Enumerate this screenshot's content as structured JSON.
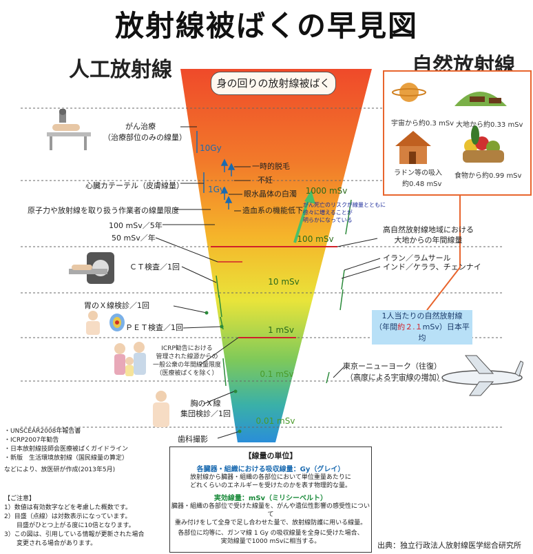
{
  "title": "放射線被ばくの早見図",
  "left_heading": "人工放射線",
  "right_heading": "自然放射線",
  "funnel_title": "身の回りの放射線被ばく",
  "scale_labels": [
    "1000 mSv",
    "100 mSv",
    "10 mSv",
    "1 mSv",
    "0.1 mSv",
    "0.01 mSv"
  ],
  "gy_labels": [
    "10Gy",
    "1Gy"
  ],
  "effects": [
    "一時的脱毛",
    "不妊",
    "眼水晶体の白濁",
    "造血系の機能低下"
  ],
  "cancer_note": [
    "がん死亡のリスクが線量とともに",
    "徐々に増えることが",
    "明らかになっている"
  ],
  "left_items": {
    "cancer_treatment": "がん治療",
    "cancer_treatment_sub": "（治療部位のみの線量）",
    "catheter": "心臓カテーテル（皮膚線量）",
    "worker_limit": "原子力や放射線を取り扱う作業者の線量限度",
    "limit_5y": "100 mSv／5年",
    "limit_1y": "50 mSv／年",
    "ct": "ＣＴ検査／1回",
    "stomach": "胃のＸ線検診／1回",
    "pet": "ＰＥＴ検査／1回",
    "icrp": [
      "ICRP勧告における",
      "管理された線源からの",
      "一般公衆の年間線量限度",
      "（医療被ばくを除く）"
    ],
    "chest": [
      "胸のＸ線",
      "集団検診／1回"
    ],
    "dental": "歯科撮影"
  },
  "right_items": {
    "high_area": [
      "高自然放射線地域における",
      "大地からの年間線量"
    ],
    "iran": "イラン／ラムサール",
    "india": "インド／ケララ、チェンナイ",
    "per_person_1": "1人当たりの自然放射線",
    "per_person_2_pre": "（年間",
    "per_person_2_val": "約２.１",
    "per_person_2_post": "mSv）日本平均",
    "flight": "東京ーニューヨーク（往復）",
    "flight_sub": "（高度による宇宙線の増加）"
  },
  "natural_box": {
    "cosmic": "宇宙から約0.3 mSv",
    "ground": "大地から約0.33 mSv",
    "radon": "ラドン等の吸入",
    "radon_val": "約0.48 mSv",
    "food": "食物から約0.99 mSv"
  },
  "sources": [
    "・UNSCEAR2008年報告書",
    "・ICRP2007年勧告",
    "・日本放射線技師会医療被ばくガイドライン",
    "・新版　生活環境放射線（国民線量の算定）",
    "などにより、放医研が作成(2013年5月)"
  ],
  "notes_title": "【ご注意】",
  "notes": [
    "1）数値は有効数字などを考慮した概数です。",
    "2）目盛（点線）は対数表示になっています。",
    "　　目盛がひとつ上がる度に10倍となります。",
    "3）この図は、引用している情報が更新された場合",
    "　　変更される場合があります。"
  ],
  "units": {
    "title": "【線量の単位】",
    "absorbed_heading": "各臓器・組織における吸収線量：Gy（グレイ）",
    "absorbed_body": [
      "放射線から臓器・組織の各部位において単位重量あたりに",
      "どれくらいのエネルギーを受けたのかを表す物理的な量。"
    ],
    "effective_heading": "実効線量：mSv（ミリシーベルト）",
    "effective_body": [
      "臓器・組織の各部位で受けた線量を、がんや遺伝性影響の感受性について",
      "重み付けをして全身で足し合わせた量で、放射線防護に用いる線量。"
    ],
    "relation": [
      "各部位に均等に、ガンマ線 1 Gy の吸収線量を全身に受けた場合、",
      "実効線量で1000 mSvに相当する。"
    ]
  },
  "source_credit": "出典：独立行政法人放射線医学総合研究所",
  "colors": {
    "accent_orange": "#e8642c",
    "scale_green": "#2a6a1a",
    "gy_blue": "#1a6ab0",
    "highlight": "#b8e0f7"
  }
}
